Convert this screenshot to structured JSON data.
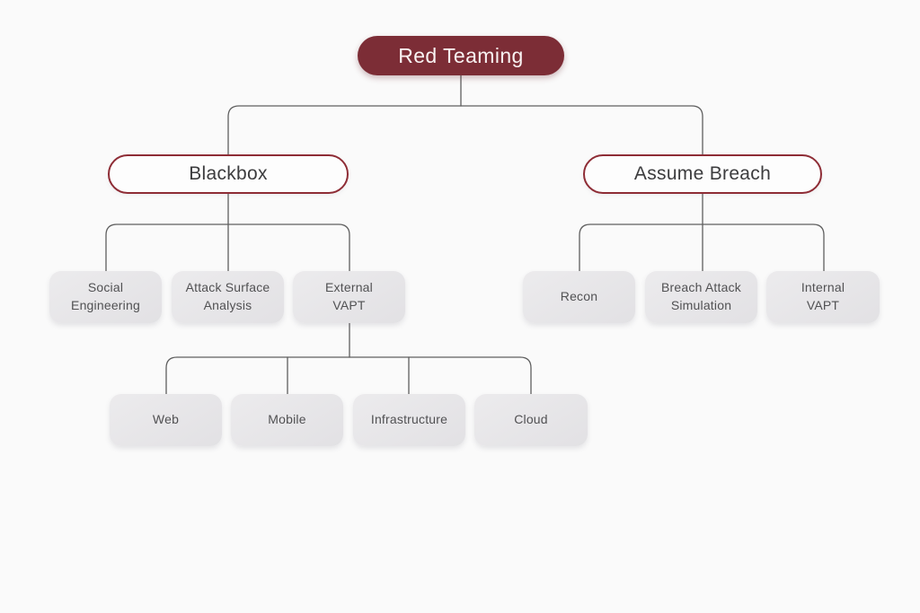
{
  "colors": {
    "background": "#fafafa",
    "accent_fill": "#7c2d36",
    "accent_border": "#8e2c35",
    "node_text": "#515153",
    "line": "#5f5f5f"
  },
  "tree": {
    "label": "Red Teaming",
    "children": [
      {
        "label": "Blackbox",
        "children": [
          {
            "label": "Social Engineering"
          },
          {
            "label": "Attack Surface Analysis"
          },
          {
            "label": "External VAPT",
            "children": [
              {
                "label": "Web"
              },
              {
                "label": "Mobile"
              },
              {
                "label": "Infrastructure"
              },
              {
                "label": "Cloud"
              }
            ]
          }
        ]
      },
      {
        "label": "Assume Breach",
        "children": [
          {
            "label": "Recon"
          },
          {
            "label": "Breach Attack Simulation"
          },
          {
            "label": "Internal VAPT"
          }
        ]
      }
    ]
  }
}
